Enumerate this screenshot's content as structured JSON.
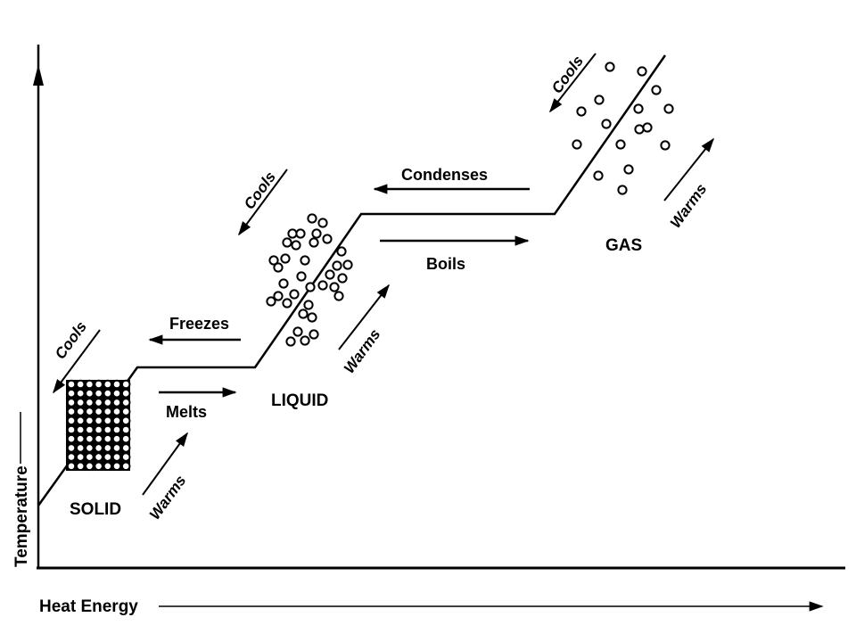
{
  "axes": {
    "x_label": "Heat Energy",
    "y_label": "Temperature"
  },
  "phases": {
    "solid": "SOLID",
    "liquid": "LIQUID",
    "gas": "GAS"
  },
  "transitions": {
    "melts": "Melts",
    "freezes": "Freezes",
    "boils": "Boils",
    "condenses": "Condenses"
  },
  "slopes": {
    "cools": "Cools",
    "warms": "Warms"
  },
  "colors": {
    "ink": "#000000",
    "background": "#ffffff"
  }
}
